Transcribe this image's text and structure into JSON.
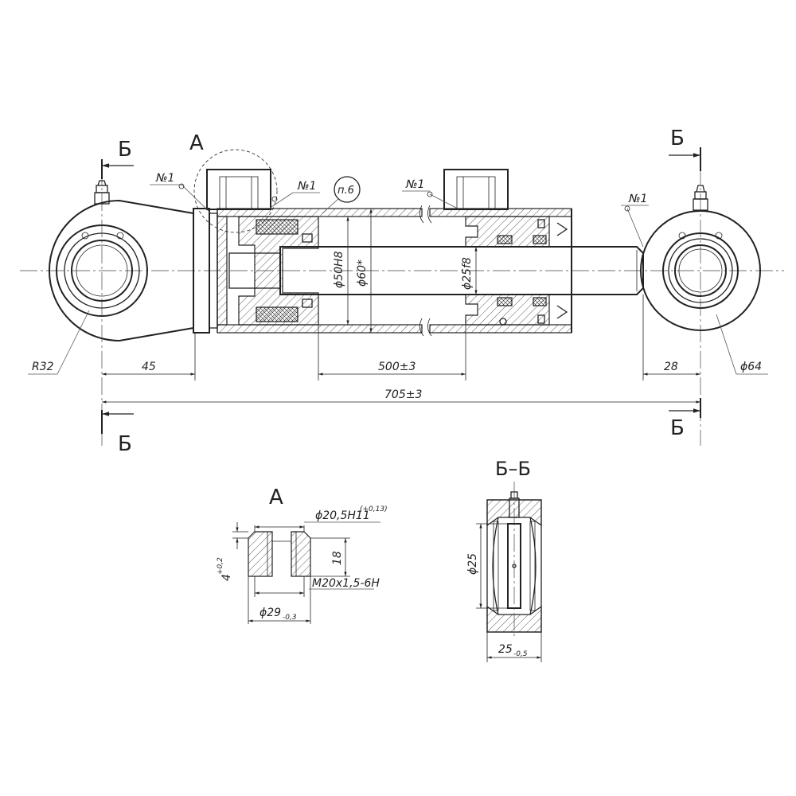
{
  "labels": {
    "view_a_mark": "А",
    "section_b_top_left": "Б",
    "section_b_top_right": "Б",
    "section_b_bottom_left": "Б",
    "section_b_bottom_right": "Б",
    "weld_note_1": "№1",
    "weld_note_2": "№1",
    "weld_note_3": "№1",
    "weld_note_4": "№1",
    "note_ref": "п.6"
  },
  "dimensions": {
    "r32": "R32",
    "d45": "45",
    "d500": "500±3",
    "d28": "28",
    "d64": "ϕ64",
    "d705": "705±3",
    "bore": "ϕ50H8",
    "outer": "ϕ60*",
    "rod": "ϕ25f8"
  },
  "detail_a": {
    "title": "А",
    "bore_dim": "ϕ20,5H11",
    "bore_tol": "(+0,13)",
    "height": "18",
    "depth": "4",
    "depth_tol": "+0,2",
    "thread": "M20x1,5-6H",
    "outer_dim": "ϕ29",
    "outer_tol": "-0,3"
  },
  "section_bb": {
    "title": "Б–Б",
    "diameter": "ϕ25",
    "width": "25",
    "width_tol": "-0,5"
  }
}
